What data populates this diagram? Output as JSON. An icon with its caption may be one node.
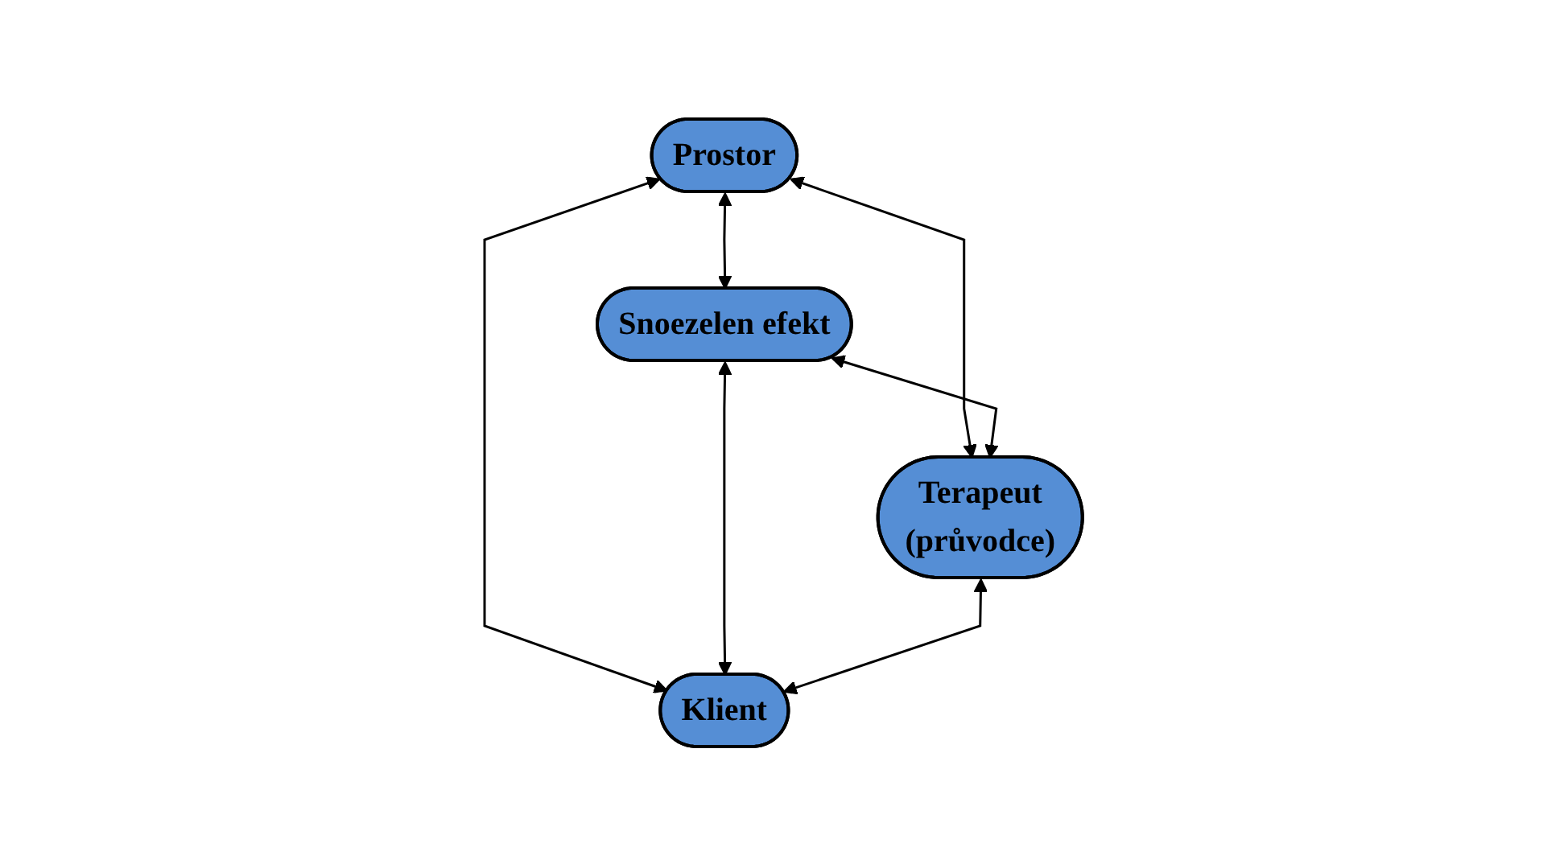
{
  "diagram": {
    "nodes": [
      {
        "text": [
          "Prostor"
        ]
      },
      {
        "text": [
          "Snoezelen efekt"
        ]
      },
      {
        "text": [
          "Terapeut",
          "(průvodce)"
        ]
      },
      {
        "text": [
          "Klient"
        ]
      }
    ],
    "edges": [
      {
        "from": 0,
        "to": 1,
        "arrow": "both"
      },
      {
        "from": 0,
        "to": 2,
        "arrow": "both"
      },
      {
        "from": 0,
        "to": 3,
        "arrow": "both"
      },
      {
        "from": 1,
        "to": 2,
        "arrow": "both"
      },
      {
        "from": 1,
        "to": 3,
        "arrow": "both"
      },
      {
        "from": 2,
        "to": 3,
        "arrow": "both"
      }
    ]
  }
}
